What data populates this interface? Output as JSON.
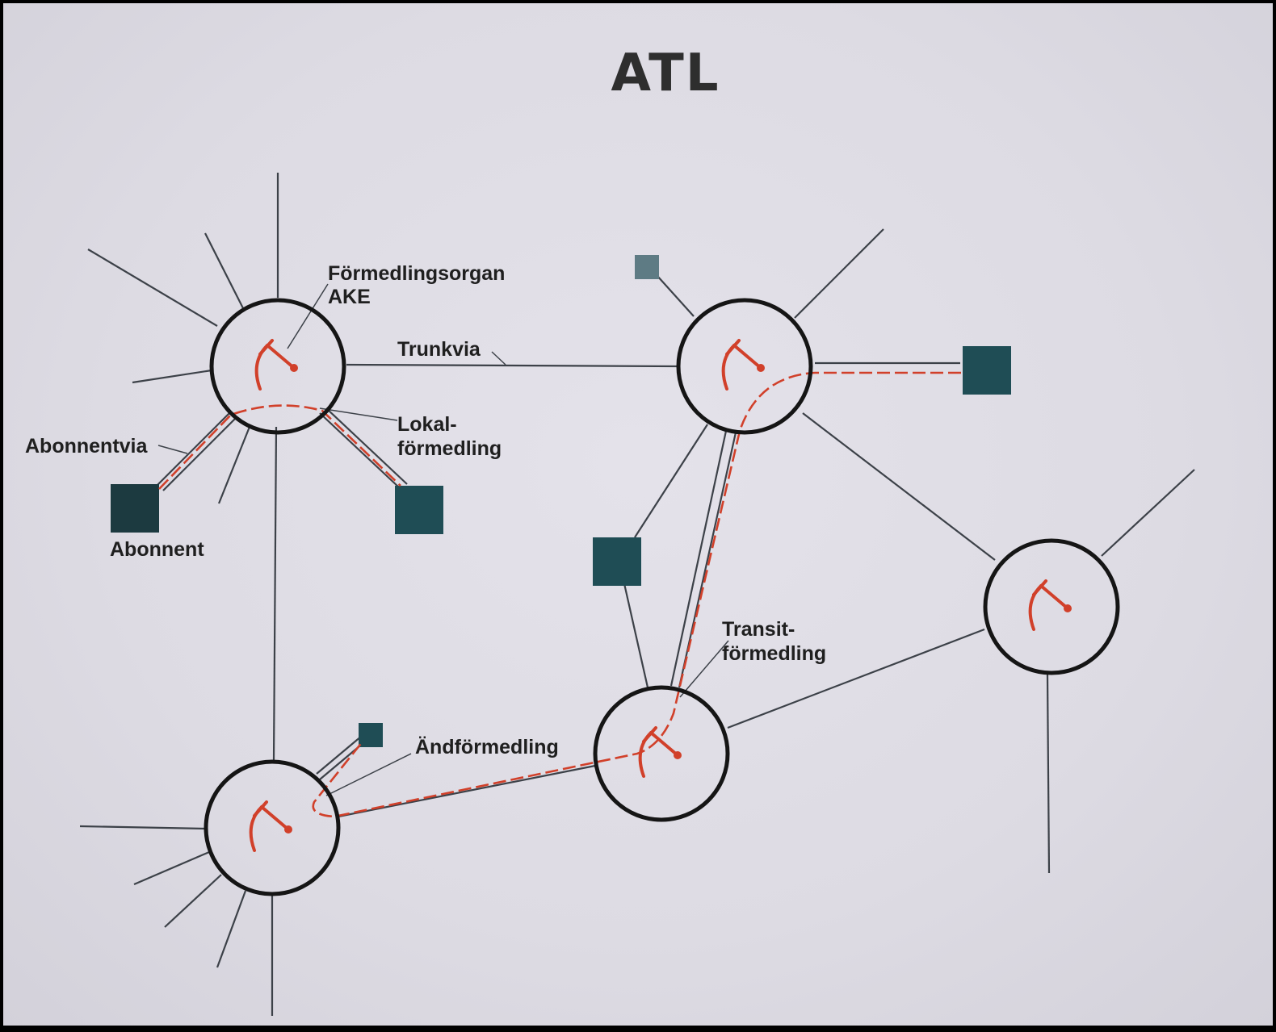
{
  "title": "ATL",
  "labels": {
    "formedlingsorgan_line1": "Förmedlingsorgan",
    "formedlingsorgan_line2": "AKE",
    "trunkvia": "Trunkvia",
    "lokal_line1": "Lokal-",
    "lokal_line2": "förmedling",
    "abonnentvia": "Abonnentvia",
    "abonnent": "Abonnent",
    "transit_line1": "Transit-",
    "transit_line2": "förmedling",
    "andformedling": "Ändförmedling"
  },
  "colors": {
    "route": "#d1402a",
    "subscriber": "#1f4d55",
    "line": "#3c4148",
    "node_outline": "#151515"
  },
  "icons": [
    "selector-arc-icon"
  ]
}
